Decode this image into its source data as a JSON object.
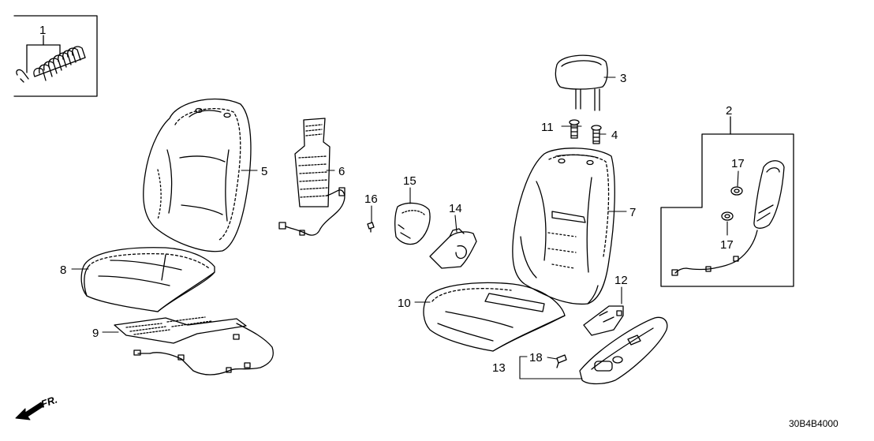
{
  "diagram": {
    "part_numbers": {
      "p1": "1",
      "p2": "2",
      "p3": "3",
      "p4": "4",
      "p5": "5",
      "p6": "6",
      "p7": "7",
      "p8": "8",
      "p9": "9",
      "p10": "10",
      "p11": "11",
      "p12": "12",
      "p13": "13",
      "p14": "14",
      "p15": "15",
      "p16": "16",
      "p17a": "17",
      "p17b": "17",
      "p18": "18"
    },
    "front_indicator": "FR.",
    "diagram_code": "30B4B4000"
  }
}
